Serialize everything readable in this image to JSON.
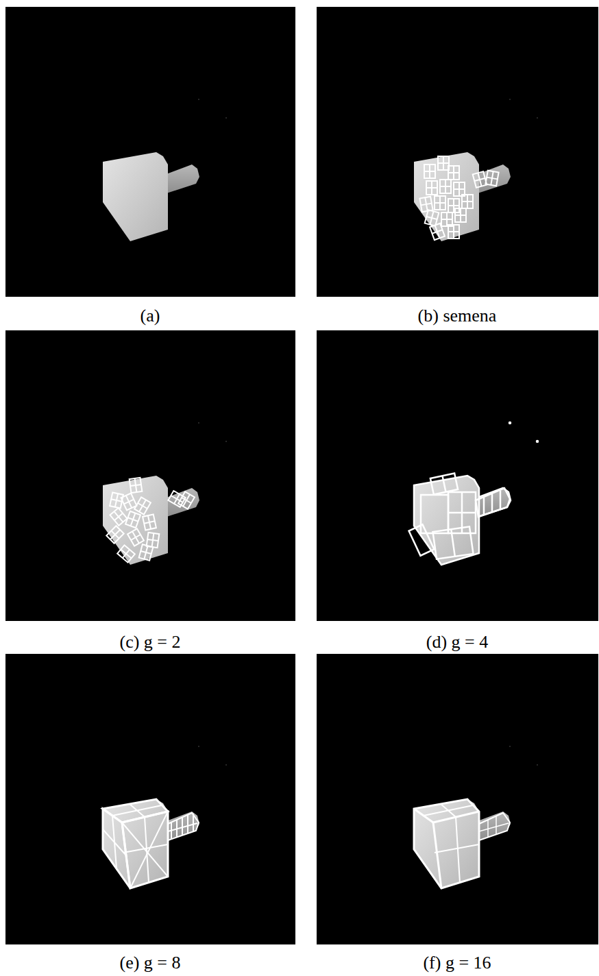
{
  "diagram": {
    "labels": [
      "(a)",
      "(b) semena",
      "(c) g = 2",
      "(d) g = 4",
      "(e) g = 8",
      "(f) g = 16"
    ]
  }
}
